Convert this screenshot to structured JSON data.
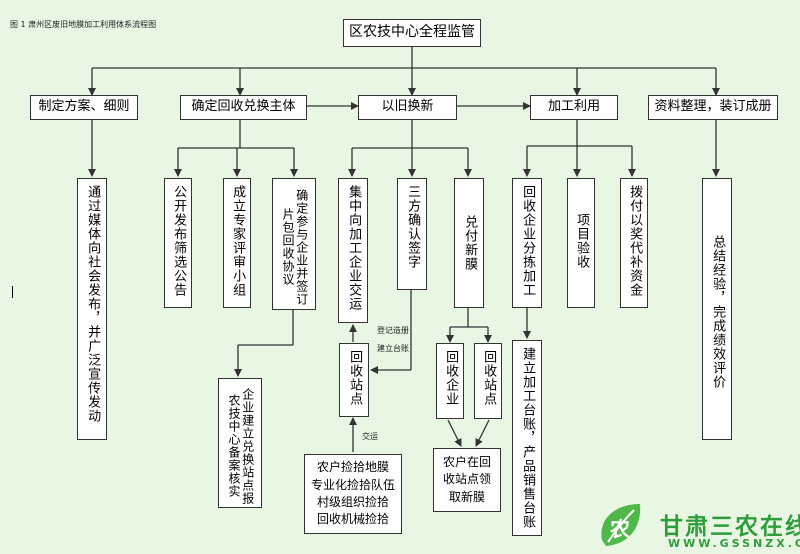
{
  "caption": "图 1  肃州区废旧地膜加工利用体系流程图",
  "top": "区农技中心全程监管",
  "level1": [
    "制定方案、细则",
    "确定回收兑换主体",
    "以旧换新",
    "加工利用",
    "资料整理，装订成册"
  ],
  "col1": "通过媒体向社会发布，并广泛宣传发动",
  "col2": [
    "公开发布筛选公告",
    "成立专家评审小组",
    "确定参与企业并签订片包回收协议"
  ],
  "col2_bottom": "企业建立兑换站点报农技中心备案核实",
  "col3": [
    "集中向加工企业交运",
    "三方确认签字",
    "兑付新膜"
  ],
  "col3_sub": [
    "回收站点",
    "回收企业",
    "回收站点"
  ],
  "notes": [
    "登记造册",
    "建立台账",
    "交运"
  ],
  "sources": [
    "农户捡拾地膜",
    "专业化捡拾队伍",
    "村级组织捡拾",
    "回收机械捡拾"
  ],
  "farmer_box": "农户在回收站点领取新膜",
  "col4": [
    "回收企业分拣加工",
    "项目验收",
    "拨付以奖代补资金"
  ],
  "col4_bottom": "建立加工台账，产品销售台账",
  "col5": "总结经验，完成绩效评价",
  "logo": {
    "icon": "leaf-logo-icon",
    "text": "甘肃三农在线",
    "url": "WWW.GSSNZX.COM",
    "color": "#2e9e3a"
  }
}
